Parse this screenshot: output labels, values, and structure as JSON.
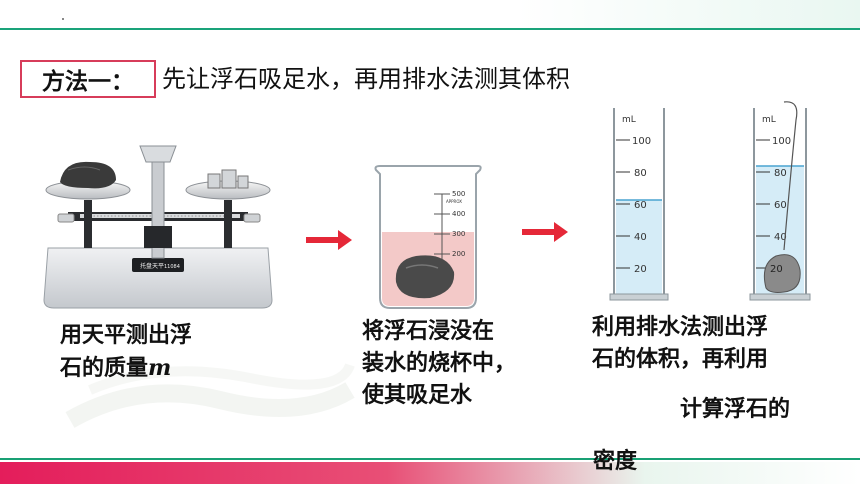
{
  "header": {
    "method_label": "方法一：",
    "method_description": "先让浮石吸足水，再用排水法测其体积"
  },
  "steps": [
    {
      "caption_lines": [
        "用天平测出浮",
        "石的质量"
      ],
      "caption_var": "m",
      "balance_label": "托盘天平",
      "balance_model": "11084"
    },
    {
      "caption_lines": [
        "将浮石浸没在",
        "装水的烧杯中，",
        "使其吸足水"
      ],
      "beaker_ticks": [
        "500",
        "400",
        "300",
        "200"
      ],
      "beaker_note": "APPROX"
    },
    {
      "caption_lines": [
        "利用排水法测出浮",
        "石的体积，再利用"
      ],
      "caption_line3": "计算浮石的",
      "caption_line4": "密度",
      "cylinder_unit": "mL",
      "cylinder_ticks": [
        "100",
        "80",
        "60",
        "40",
        "20"
      ]
    }
  ],
  "colors": {
    "accent_green": "#1aa37a",
    "accent_red": "#e41d5b",
    "arrow_red": "#e52838",
    "box_border": "#d73c5a"
  }
}
